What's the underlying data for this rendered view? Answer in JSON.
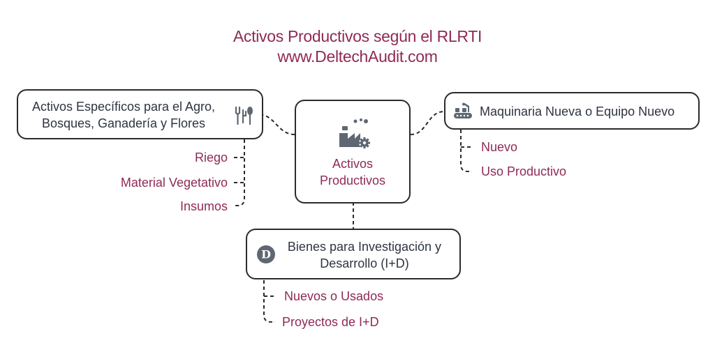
{
  "title": {
    "line1": "Activos Productivos según el RLRTI",
    "line2": "www.DeltechAudit.com"
  },
  "center": {
    "line1": "Activos",
    "line2": "Productivos",
    "icon": "factory-gear-icon"
  },
  "branches": {
    "agro": {
      "line1": "Activos Específicos para el Agro,",
      "line2": "Bosques, Ganadería y Flores",
      "icon": "fork-spoon-icon",
      "items": [
        "Riego",
        "Material Vegetativo",
        "Insumos"
      ]
    },
    "maquinaria": {
      "label": "Maquinaria Nueva o Equipo Nuevo",
      "icon": "conveyor-robot-icon",
      "items": [
        "Nuevo",
        "Uso Productivo"
      ]
    },
    "bienes": {
      "line1": "Bienes para Investigación y",
      "line2": "Desarrollo (I+D)",
      "icon": "d-circle-icon",
      "icon_letter": "D",
      "items": [
        "Nuevos o Usados",
        "Proyectos de I+D"
      ]
    }
  },
  "colors": {
    "accent": "#8f2a55",
    "text": "#2e3440",
    "border": "#2b2b2b",
    "icon": "#5f6772"
  }
}
